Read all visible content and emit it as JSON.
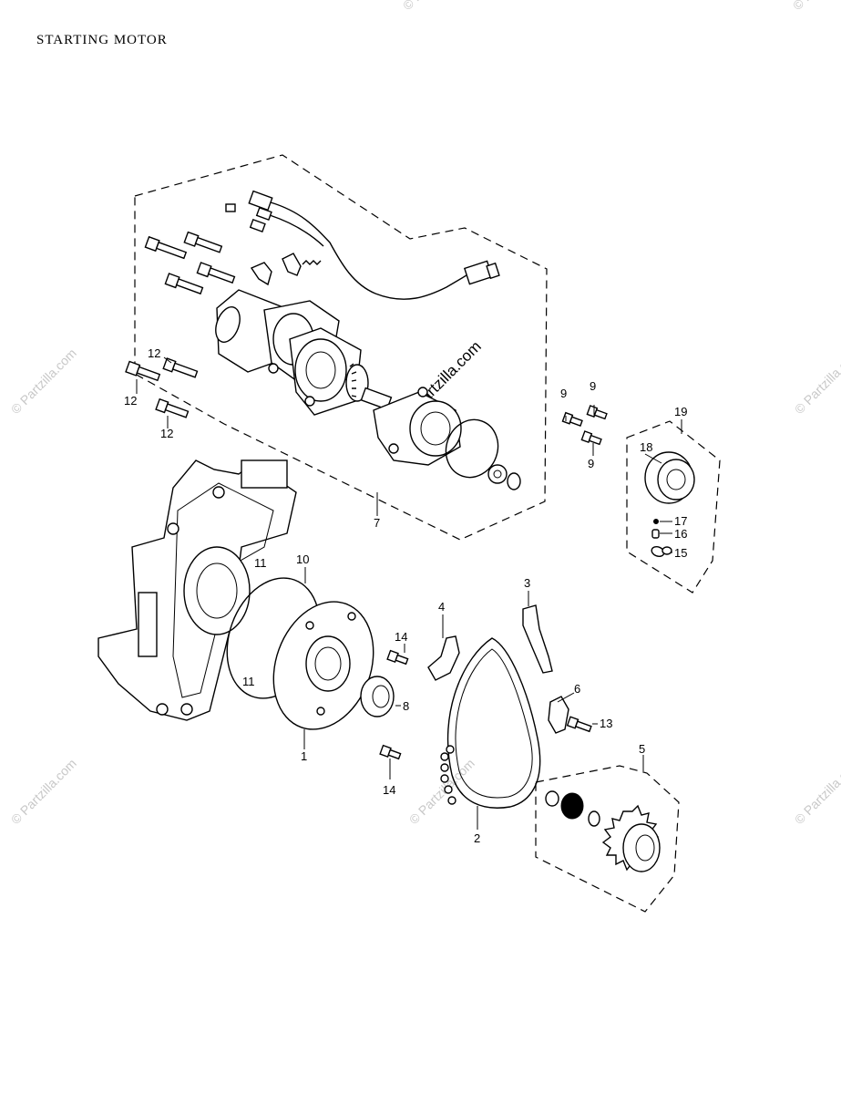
{
  "page": {
    "title": "STARTING MOTOR"
  },
  "watermark": {
    "text": "© Partzilla.com"
  },
  "callouts": [
    {
      "id": "c1",
      "label": "1"
    },
    {
      "id": "c2",
      "label": "2"
    },
    {
      "id": "c3",
      "label": "3"
    },
    {
      "id": "c4",
      "label": "4"
    },
    {
      "id": "c5",
      "label": "5"
    },
    {
      "id": "c6",
      "label": "6"
    },
    {
      "id": "c7",
      "label": "7"
    },
    {
      "id": "c8",
      "label": "8"
    },
    {
      "id": "c9a",
      "label": "9"
    },
    {
      "id": "c9b",
      "label": "9"
    },
    {
      "id": "c9c",
      "label": "9"
    },
    {
      "id": "c10",
      "label": "10"
    },
    {
      "id": "c11a",
      "label": "11"
    },
    {
      "id": "c11b",
      "label": "11"
    },
    {
      "id": "c12a",
      "label": "12"
    },
    {
      "id": "c12b",
      "label": "12"
    },
    {
      "id": "c12c",
      "label": "12"
    },
    {
      "id": "c13",
      "label": "13"
    },
    {
      "id": "c14a",
      "label": "14"
    },
    {
      "id": "c14b",
      "label": "14"
    },
    {
      "id": "c15",
      "label": "15"
    },
    {
      "id": "c16",
      "label": "16"
    },
    {
      "id": "c17",
      "label": "17"
    },
    {
      "id": "c18",
      "label": "18"
    },
    {
      "id": "c19",
      "label": "19"
    }
  ]
}
